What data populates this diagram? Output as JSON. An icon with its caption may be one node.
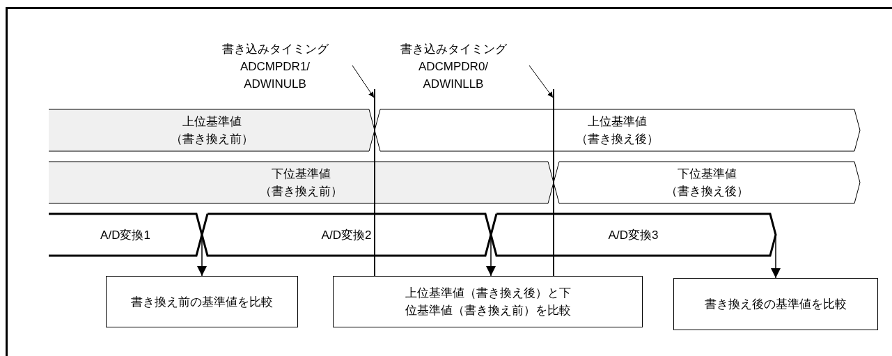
{
  "diagram": {
    "nodes": [
      {
        "text": [
          "書き込みタイミング",
          "ADCMPDR1/ ADWINULB"
        ]
      },
      {
        "text": [
          "書き込みタイミング",
          "ADCMPDR0/ ADWINLLB"
        ]
      },
      {
        "text": [],
        "shape": "line"
      },
      {
        "text": [],
        "shape": "line"
      },
      {
        "text": [
          "上位基準値",
          "（書き換え前）"
        ]
      },
      {
        "text": [
          "上位基準値",
          "（書き換え後）"
        ]
      },
      {
        "text": [
          "下位基準値",
          "（書き換え前）"
        ]
      },
      {
        "text": [
          "下位基準値",
          "（書き換え後）"
        ]
      },
      {
        "text": [
          "A/D変換1"
        ]
      },
      {
        "text": [
          "A/D変換2"
        ]
      },
      {
        "text": [
          "A/D変換3"
        ]
      },
      {
        "text": [
          "書き換え前の基準値を比較"
        ]
      },
      {
        "text": [
          "上位基準値（書き換え後）と下位基準値（書き換え前）を比較"
        ]
      },
      {
        "text": [
          "書き換え後の基準値を比較"
        ]
      }
    ],
    "edges": [
      {
        "from": 0,
        "to": 2,
        "arrow": "to"
      },
      {
        "from": 1,
        "to": 3,
        "arrow": "to"
      },
      {
        "from": 8,
        "to": 11,
        "arrow": "to"
      },
      {
        "from": 9,
        "to": 12,
        "arrow": "to"
      },
      {
        "from": 10,
        "to": 13,
        "arrow": "to"
      }
    ]
  }
}
